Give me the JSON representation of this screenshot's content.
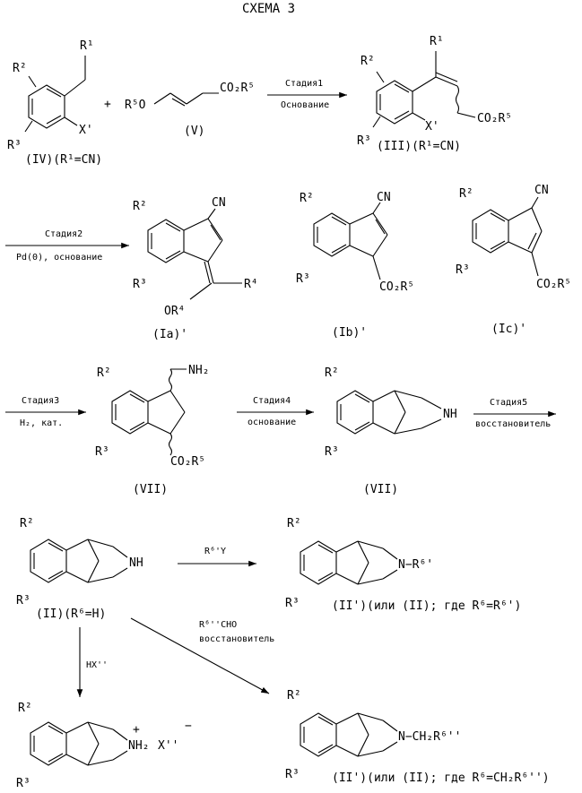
{
  "title": "СХЕМА 3",
  "stages": {
    "s1_top": "Стадия1",
    "s1_bottom": "Основание",
    "s2_top": "Стадия2",
    "s2_bottom": "Pd(0), основание",
    "s3_top": "Стадия3",
    "s3_bottom": "H₂, кат.",
    "s4_top": "Стадия4",
    "s4_bottom": "основание",
    "s5_top": "Стадия5",
    "s5_bottom": "восстановитель",
    "r6y": "R⁶'Y",
    "cho": "R⁶''CHO",
    "cho_red": "восстановитель",
    "hx": "HX''"
  },
  "labels": {
    "iv": "(IV)(R¹=CN)",
    "v": "(V)",
    "iii": "(III)(R¹=CN)",
    "ia": "(Ia)'",
    "ib": "(Ib)'",
    "ic": "(Ic)'",
    "vii_a": "(VII)",
    "vii_b": "(VII)",
    "ii": "(II)(R⁶=H)",
    "ii_prime_1": "(II')(или (II); где R⁶=R⁶')",
    "ii_prime_2": "(II')(или (II); где R⁶=CH₂R⁶'')"
  },
  "atoms": {
    "r1": "R¹",
    "r2": "R²",
    "r3": "R³",
    "r4": "R⁴",
    "r5": "R⁵",
    "xp": "X'",
    "cn": "CN",
    "co2r5": "CO₂R⁵",
    "r5o": "R⁵O",
    "or4": "OR⁴",
    "nh2": "NH₂",
    "nh": "NH",
    "plus": "+",
    "minus": "−",
    "nr6p": "N−R⁶'",
    "nch2": "N−CH₂R⁶''",
    "nh2plus": "NH₂",
    "xpp": "X''"
  }
}
